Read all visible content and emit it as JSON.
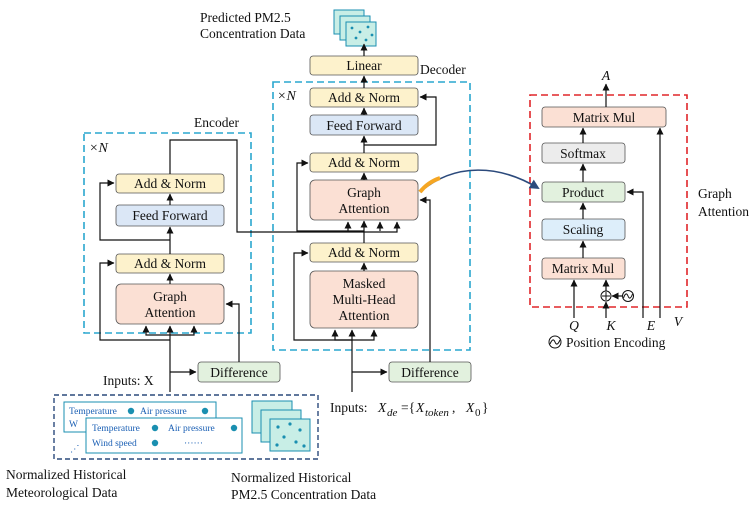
{
  "output": {
    "label_line1": "Predicted PM2.5",
    "label_line2": "Concentration Data"
  },
  "decoder": {
    "title": "Decoder",
    "repeat": "×N",
    "linear": "Linear",
    "add_norm_top": "Add & Norm",
    "feed_forward": "Feed Forward",
    "add_norm_mid": "Add & Norm",
    "graph_attention_line1": "Graph",
    "graph_attention_line2": "Attention",
    "add_norm_bottom": "Add & Norm",
    "masked_line1": "Masked",
    "masked_line2": "Multi-Head",
    "masked_line3": "Attention",
    "difference": "Difference",
    "inputs_prefix": "Inputs:",
    "inputs_formula": "X_de = {X_token, X_0}"
  },
  "encoder": {
    "title": "Encoder",
    "repeat": "×N",
    "add_norm_top": "Add & Norm",
    "feed_forward": "Feed Forward",
    "add_norm_bottom": "Add & Norm",
    "graph_attention_line1": "Graph",
    "graph_attention_line2": "Attention",
    "difference": "Difference",
    "inputs": "Inputs: X"
  },
  "graph_attention_detail": {
    "title_line1": "Graph",
    "title_line2": "Attention",
    "output_symbol": "A",
    "matrix_mul_top": "Matrix Mul",
    "softmax": "Softmax",
    "product": "Product",
    "scaling": "Scaling",
    "matrix_mul_bottom": "Matrix Mul",
    "inputs": [
      "Q",
      "K",
      "E",
      "V"
    ],
    "position_encoding": "Position Encoding"
  },
  "meteo_card": {
    "front": {
      "row1_a": "Temperature",
      "row1_b": "Air pressure",
      "row2_a": "Wind speed",
      "row2_b": "······"
    },
    "back": {
      "row1_a": "Temperature",
      "row1_b": "Air pressure",
      "row2_a": "W"
    },
    "caption_line1": "Normalized Historical",
    "caption_line2": "Meteorological Data"
  },
  "pm_card": {
    "caption_line1": "Normalized Historical",
    "caption_line2": "PM2.5 Concentration Data"
  },
  "colors": {
    "dashed_cyan": "#2aa7cf",
    "dashed_red": "#e0262a",
    "dashed_navy": "#2c4a7c",
    "add_norm_fill": "#fdf2cc",
    "feed_forward_fill": "#dbe7f6",
    "attention_fill": "#fbe0d4",
    "difference_fill": "#e2f1de",
    "softmax_fill": "#ececec",
    "product_fill": "#e2f1de",
    "scaling_fill": "#ddeefa",
    "matmul_fill": "#fbe0d4",
    "pm_card_fill": "#c8eee6",
    "arrow_orange": "#f5a623",
    "arrow_navy": "#2c4a7c"
  }
}
